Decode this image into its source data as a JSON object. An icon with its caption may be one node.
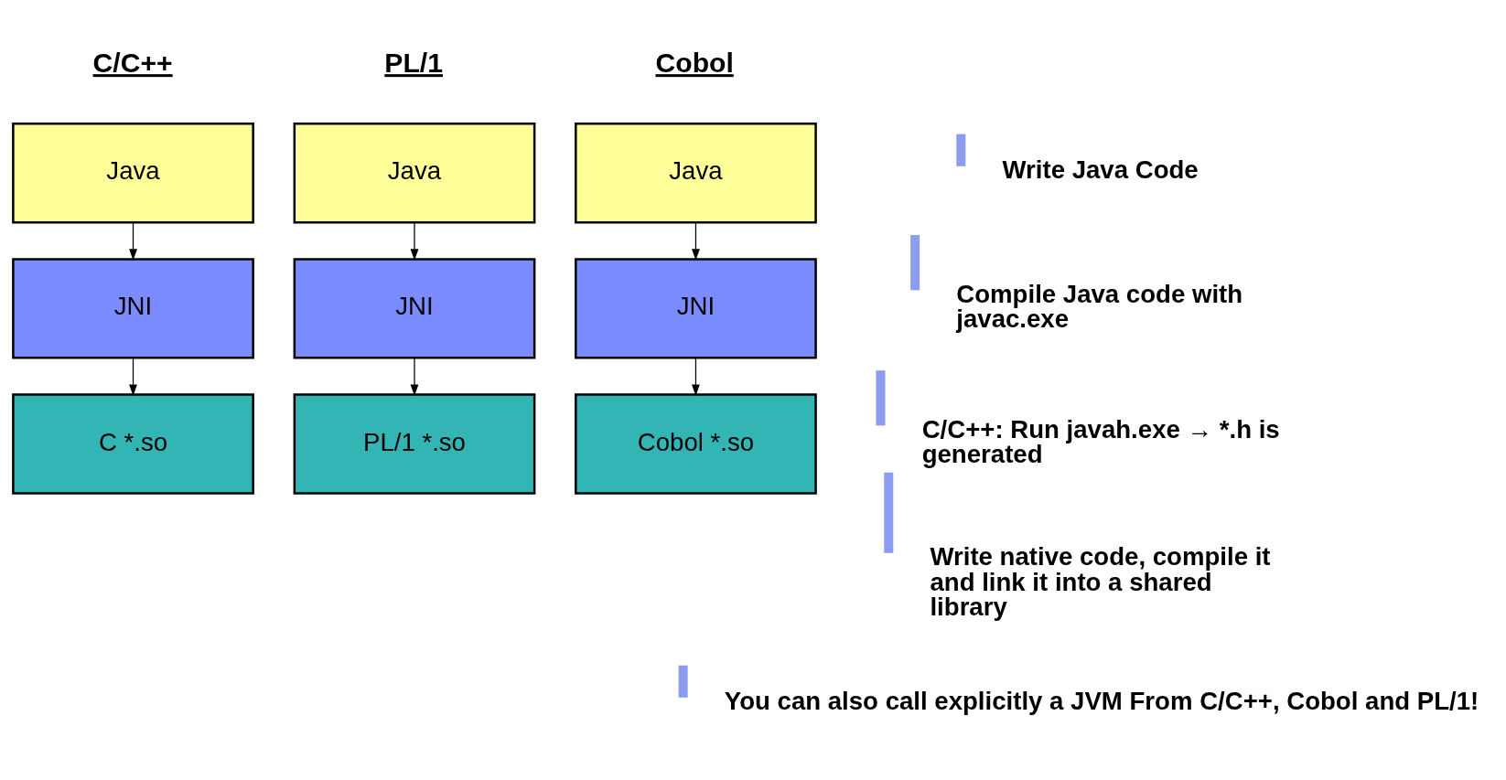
{
  "diagram": {
    "nodes": [
      {
        "text": [
          "Java"
        ]
      },
      {
        "text": [
          "Java"
        ]
      },
      {
        "text": [
          "Java"
        ]
      },
      {
        "text": [
          "JNI"
        ]
      },
      {
        "text": [
          "JNI"
        ]
      },
      {
        "text": [
          "JNI"
        ]
      },
      {
        "text": [
          "C *.so"
        ]
      },
      {
        "text": [
          "PL/1 *.so"
        ]
      },
      {
        "text": [
          "Cobol *.so"
        ]
      }
    ],
    "edges": [
      {
        "from": 0,
        "to": 3,
        "arrow": "to"
      },
      {
        "from": 3,
        "to": 6,
        "arrow": "to"
      },
      {
        "from": 1,
        "to": 4,
        "arrow": "to"
      },
      {
        "from": 4,
        "to": 7,
        "arrow": "to"
      },
      {
        "from": 2,
        "to": 5,
        "arrow": "to"
      },
      {
        "from": 5,
        "to": 8,
        "arrow": "to"
      }
    ],
    "labels": [
      "C/C++",
      "PL/1",
      "Cobol",
      "Write Java Code",
      "Compile Java code with javac.exe",
      "C/C++: Run javah.exe → *.h is generated",
      "Write native code, compile it and link it into a shared library",
      "You can also call explicitly a JVM From C/C++, Cobol and PL/1!"
    ]
  }
}
